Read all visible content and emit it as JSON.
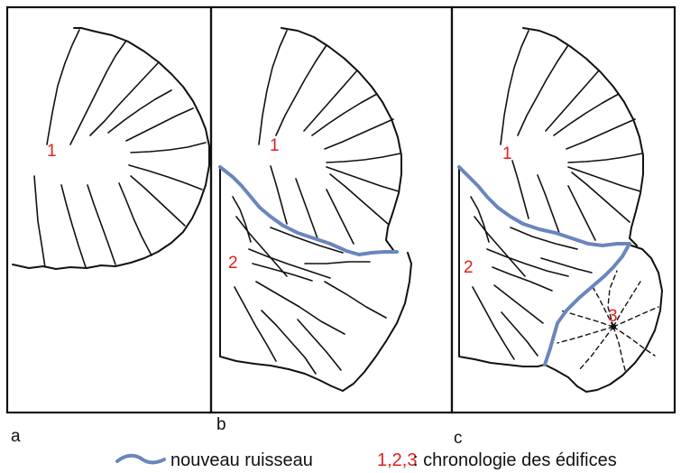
{
  "panels": {
    "a": {
      "label": "a",
      "edifices": [
        "1"
      ]
    },
    "b": {
      "label": "b",
      "edifices": [
        "1",
        "2"
      ]
    },
    "c": {
      "label": "c",
      "edifices": [
        "1",
        "2",
        "3"
      ]
    }
  },
  "legend": {
    "stream_label": "nouveau ruisseau",
    "chronology_numbers": "1,2,3",
    "chronology_label": ": chronologie des édifices"
  },
  "colors": {
    "stream": "#6a86bd",
    "numbers": "#e0201c",
    "lines": "#111111"
  }
}
